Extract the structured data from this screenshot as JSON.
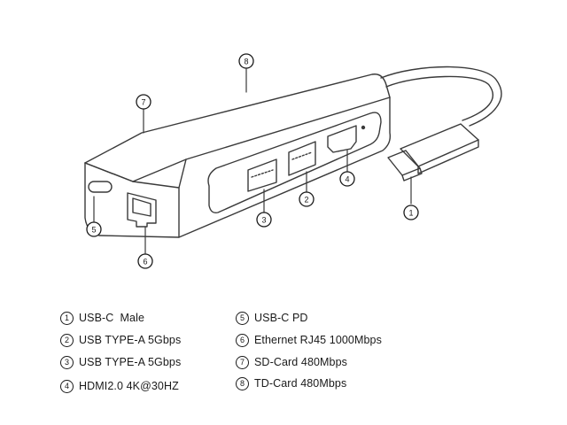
{
  "callouts": [
    "1",
    "2",
    "3",
    "4",
    "5",
    "6",
    "7",
    "8"
  ],
  "legend": [
    {
      "num": "1",
      "label": "USB-C  Male"
    },
    {
      "num": "2",
      "label": "USB TYPE-A 5Gbps"
    },
    {
      "num": "3",
      "label": "USB TYPE-A 5Gbps"
    },
    {
      "num": "4",
      "label": "HDMI2.0 4K@30HZ"
    },
    {
      "num": "5",
      "label": "USB-C PD"
    },
    {
      "num": "6",
      "label": "Ethernet RJ45 1000Mbps"
    },
    {
      "num": "7",
      "label": "SD-Card 480Mbps"
    },
    {
      "num": "8",
      "label": "TD-Card 480Mbps"
    }
  ]
}
